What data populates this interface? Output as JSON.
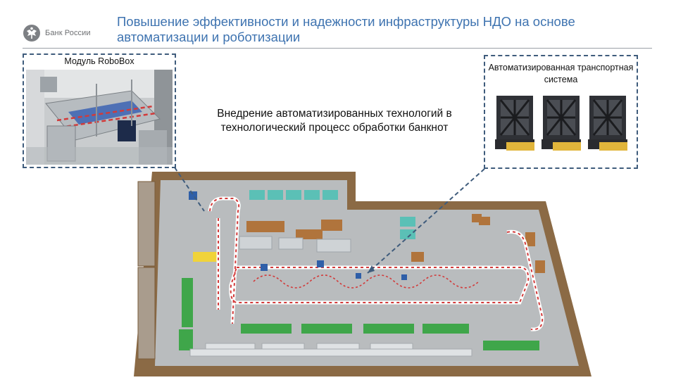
{
  "header": {
    "logo_text": "Банк России",
    "title": "Повышение эффективности и надежности инфраструктуры НДО на основе автоматизации и роботизации"
  },
  "robobox_panel": {
    "caption": "Модуль RoboBox"
  },
  "transport_panel": {
    "caption": "Автоматизированная транспортная система"
  },
  "center": {
    "text": "Внедрение автоматизированных технологий в технологический процесс обработки банкнот"
  },
  "colors": {
    "title": "#3e73b0",
    "frame_border": "#3f5c7c",
    "floor": "#b9bcbe",
    "wall": "#8b6a45",
    "equipment": "#3fa64a"
  },
  "icons": [
    "bank-of-russia-emblem-icon"
  ]
}
